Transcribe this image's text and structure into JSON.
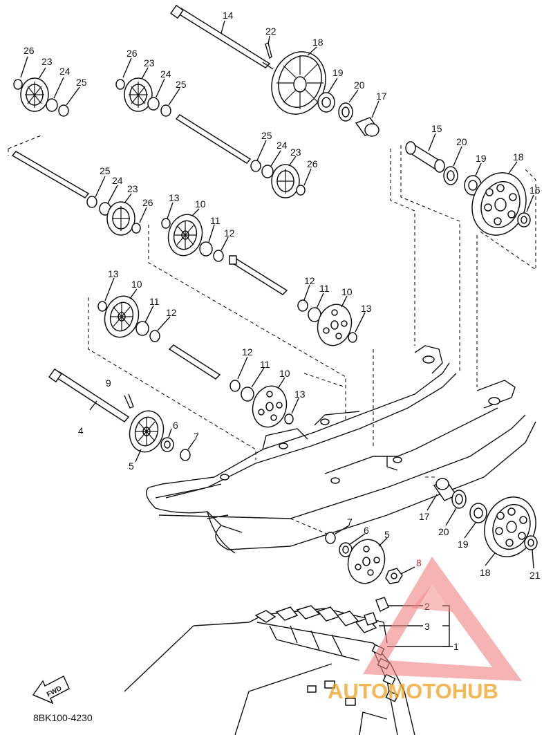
{
  "diagram": {
    "code": "8BK100-4230",
    "direction_arrow": "FWD",
    "labels": [
      {
        "id": "l14a",
        "text": "14"
      },
      {
        "id": "l22",
        "text": "22"
      },
      {
        "id": "l18a",
        "text": "18"
      },
      {
        "id": "l26a",
        "text": "26"
      },
      {
        "id": "l23a",
        "text": "23"
      },
      {
        "id": "l24a",
        "text": "24"
      },
      {
        "id": "l25a",
        "text": "25"
      },
      {
        "id": "l26b",
        "text": "26"
      },
      {
        "id": "l23b",
        "text": "23"
      },
      {
        "id": "l24b",
        "text": "24"
      },
      {
        "id": "l25b",
        "text": "25"
      },
      {
        "id": "l19a",
        "text": "19"
      },
      {
        "id": "l20a",
        "text": "20"
      },
      {
        "id": "l17a",
        "text": "17"
      },
      {
        "id": "l25c",
        "text": "25"
      },
      {
        "id": "l24c",
        "text": "24"
      },
      {
        "id": "l23c",
        "text": "23"
      },
      {
        "id": "l26c",
        "text": "26"
      },
      {
        "id": "l15",
        "text": "15"
      },
      {
        "id": "l20b",
        "text": "20"
      },
      {
        "id": "l19b",
        "text": "19"
      },
      {
        "id": "l18b",
        "text": "18"
      },
      {
        "id": "l16",
        "text": "16"
      },
      {
        "id": "l25d",
        "text": "25"
      },
      {
        "id": "l24d",
        "text": "24"
      },
      {
        "id": "l23d",
        "text": "23"
      },
      {
        "id": "l26d",
        "text": "26"
      },
      {
        "id": "l13a",
        "text": "13"
      },
      {
        "id": "l10a",
        "text": "10"
      },
      {
        "id": "l11a",
        "text": "11"
      },
      {
        "id": "l12a",
        "text": "12"
      },
      {
        "id": "l13b",
        "text": "13"
      },
      {
        "id": "l10b",
        "text": "10"
      },
      {
        "id": "l11b",
        "text": "11"
      },
      {
        "id": "l12b",
        "text": "12"
      },
      {
        "id": "l12c",
        "text": "12"
      },
      {
        "id": "l11c",
        "text": "11"
      },
      {
        "id": "l10c",
        "text": "10"
      },
      {
        "id": "l13c",
        "text": "13"
      },
      {
        "id": "l12d",
        "text": "12"
      },
      {
        "id": "l11d",
        "text": "11"
      },
      {
        "id": "l10d",
        "text": "10"
      },
      {
        "id": "l13d",
        "text": "13"
      },
      {
        "id": "l9",
        "text": "9"
      },
      {
        "id": "l4",
        "text": "4"
      },
      {
        "id": "l6a",
        "text": "6"
      },
      {
        "id": "l7a",
        "text": "7"
      },
      {
        "id": "l5a",
        "text": "5"
      },
      {
        "id": "l7b",
        "text": "7"
      },
      {
        "id": "l6b",
        "text": "6"
      },
      {
        "id": "l5b",
        "text": "5"
      },
      {
        "id": "l17b",
        "text": "17"
      },
      {
        "id": "l20c",
        "text": "20"
      },
      {
        "id": "l19c",
        "text": "19"
      },
      {
        "id": "l18c",
        "text": "18"
      },
      {
        "id": "l21",
        "text": "21"
      },
      {
        "id": "l8",
        "text": "8"
      },
      {
        "id": "l2",
        "text": "2"
      },
      {
        "id": "l3",
        "text": "3"
      },
      {
        "id": "l1",
        "text": "1"
      }
    ]
  },
  "watermark": {
    "logo_letters": "AUTOMOTOHUB",
    "accent_color": "#f08080",
    "text_color": "#f0a020",
    "hub_color": "#555555"
  },
  "colors": {
    "line": "#111111",
    "background": "#ffffff"
  }
}
